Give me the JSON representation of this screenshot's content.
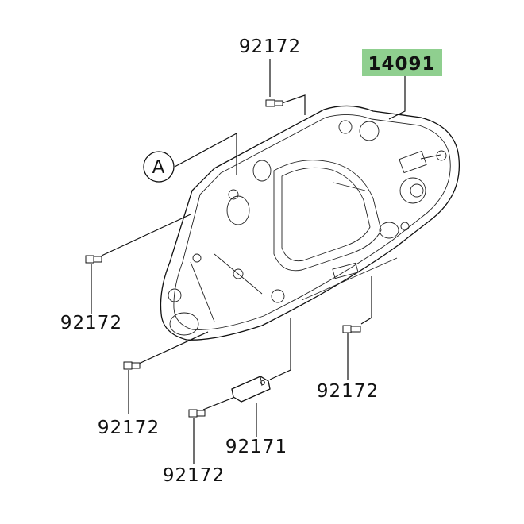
{
  "labels": {
    "main_part": "14091",
    "screw_top": "92172",
    "ref_circle": "A",
    "screw_left": "92172",
    "screw_right": "92172",
    "screw_bottom_left": "92172",
    "bracket": "92171",
    "screw_bottom": "92172"
  },
  "colors": {
    "main_part_highlight": "#8fcf8f",
    "line": "#111111",
    "background": "#ffffff"
  }
}
